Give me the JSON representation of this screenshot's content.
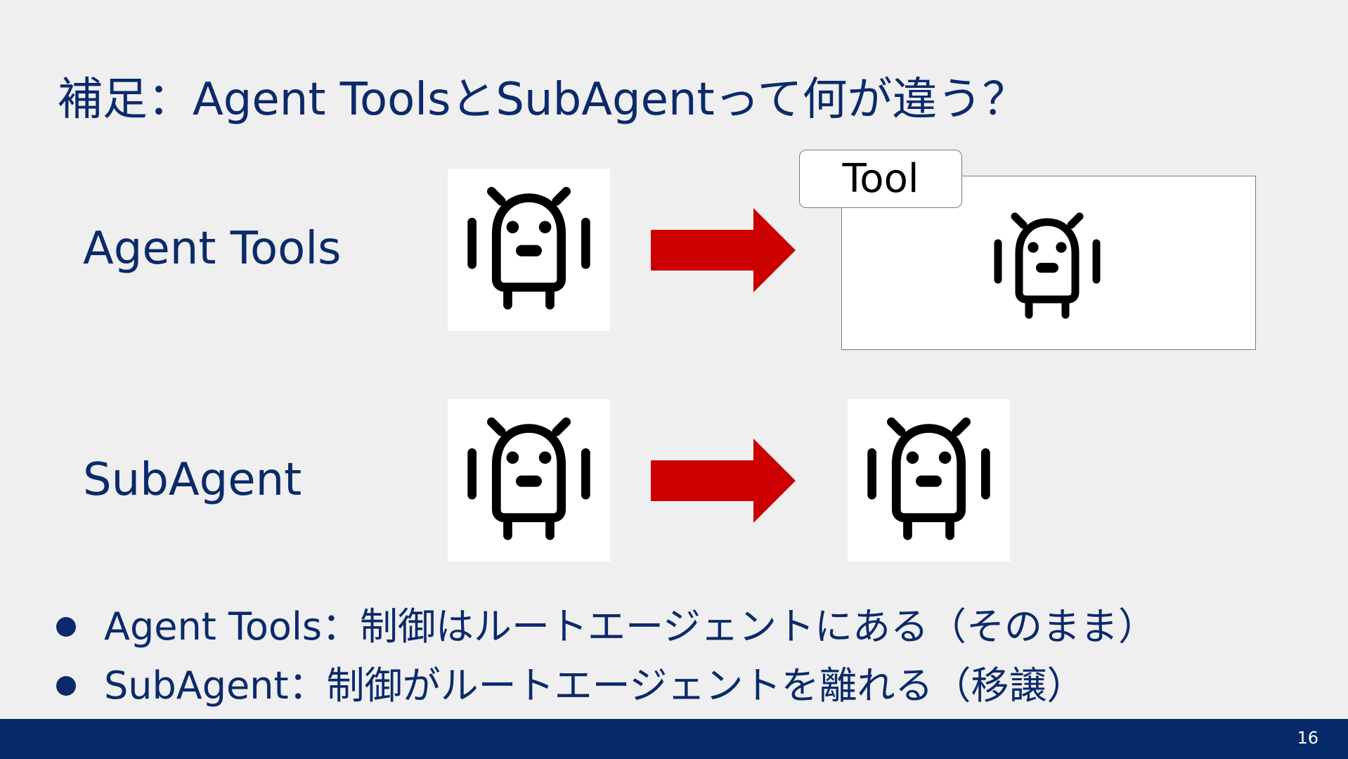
{
  "slide": {
    "title": "補足：Agent ToolsとSubAgentって何が違う？",
    "rows": [
      {
        "label": "Agent Tools"
      },
      {
        "label": "SubAgent"
      }
    ],
    "tool_tab_label": "Tool",
    "bullets": [
      "Agent Tools：制御はルートエージェントにある（そのまま）",
      "SubAgent：制御がルートエージェントを離れる（移譲）"
    ],
    "page_number": "16"
  },
  "icons": {
    "robot": "robot-icon",
    "arrow": "right-arrow-icon",
    "bullet": "bullet-dot-icon"
  },
  "colors": {
    "background": "#efefef",
    "text": "#0b2a6b",
    "arrow": "#cc0000",
    "footer": "#062a6a"
  }
}
